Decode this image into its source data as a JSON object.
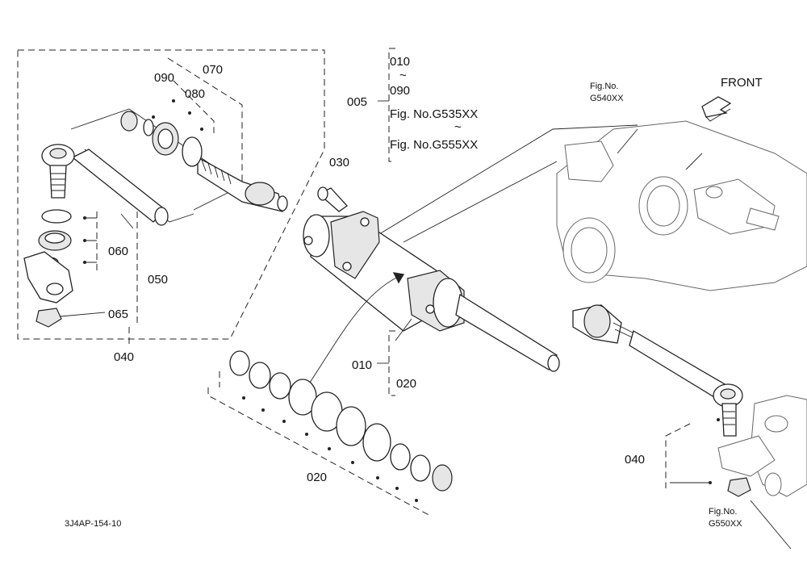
{
  "labels": {
    "p070": "070",
    "p090": "090",
    "p080": "080",
    "p060": "060",
    "p050": "050",
    "p065": "065",
    "p040_left": "040",
    "p030": "030",
    "p005": "005",
    "group_start": "010",
    "group_tilde1": "~",
    "group_end": "090",
    "group_fig_from": "Fig. No.G535XX",
    "group_tilde2": "~",
    "group_fig_to": "Fig. No.G555XX",
    "fig_top_label": "Fig.No.",
    "fig_top_value": "G540XX",
    "front": "FRONT",
    "p010": "010",
    "p020_right": "020",
    "p020_bottom": "020",
    "p040_right": "040",
    "fig_bottom_label": "Fig.No.",
    "fig_bottom_value": "G550XX",
    "doc_code": "3J4AP-154-10"
  }
}
